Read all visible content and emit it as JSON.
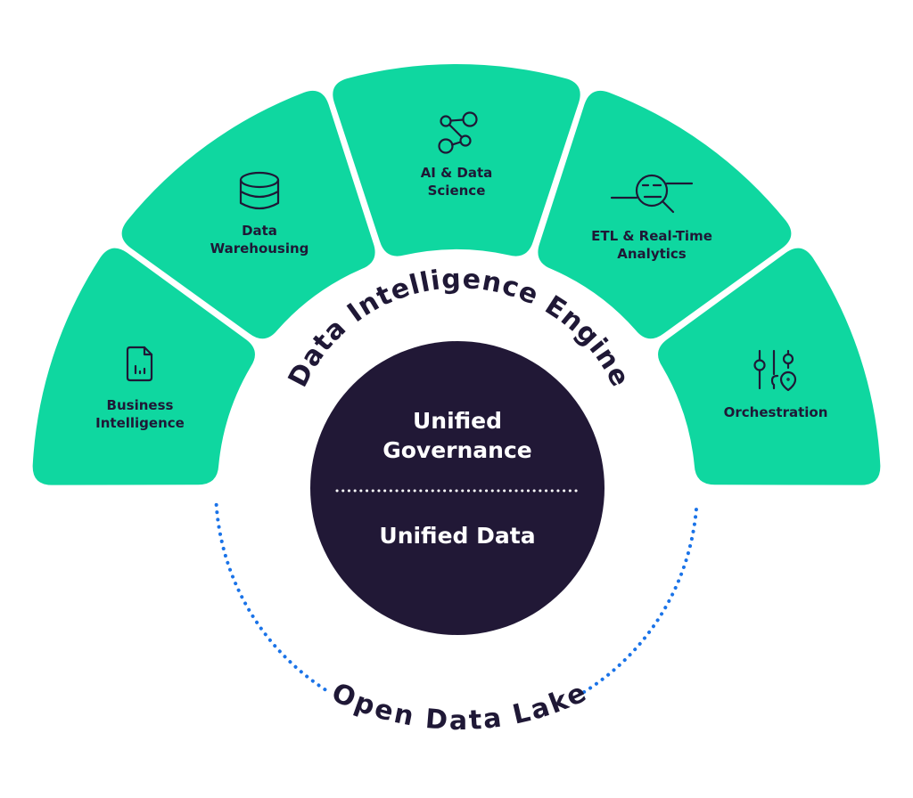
{
  "diagram": {
    "title_arc": "Data Intelligence Engine",
    "bottom_arc": "Open Data Lake",
    "core": {
      "top_label_lines": [
        "Unified",
        "Governance"
      ],
      "bottom_label": "Unified Data"
    },
    "segments": [
      {
        "id": "business-intelligence",
        "label_lines": [
          "Business",
          "Intelligence"
        ],
        "icon": "report-document-icon"
      },
      {
        "id": "data-warehousing",
        "label_lines": [
          "Data",
          "Warehousing"
        ],
        "icon": "database-icon"
      },
      {
        "id": "ai-data-science",
        "label_lines": [
          "AI & Data",
          "Science"
        ],
        "icon": "network-nodes-icon"
      },
      {
        "id": "etl-real-time-analytics",
        "label_lines": [
          "ETL & Real-Time",
          "Analytics"
        ],
        "icon": "magnifier-pipeline-icon"
      },
      {
        "id": "orchestration",
        "label_lines": [
          "Orchestration"
        ],
        "icon": "sliders-pin-icon"
      }
    ],
    "colors": {
      "segment_fill": "#0fd7a0",
      "core_fill": "#211836",
      "text_dark": "#1f1836",
      "text_light": "#ffffff",
      "dotted_arc": "#1a73e8",
      "background": "#ffffff"
    }
  }
}
